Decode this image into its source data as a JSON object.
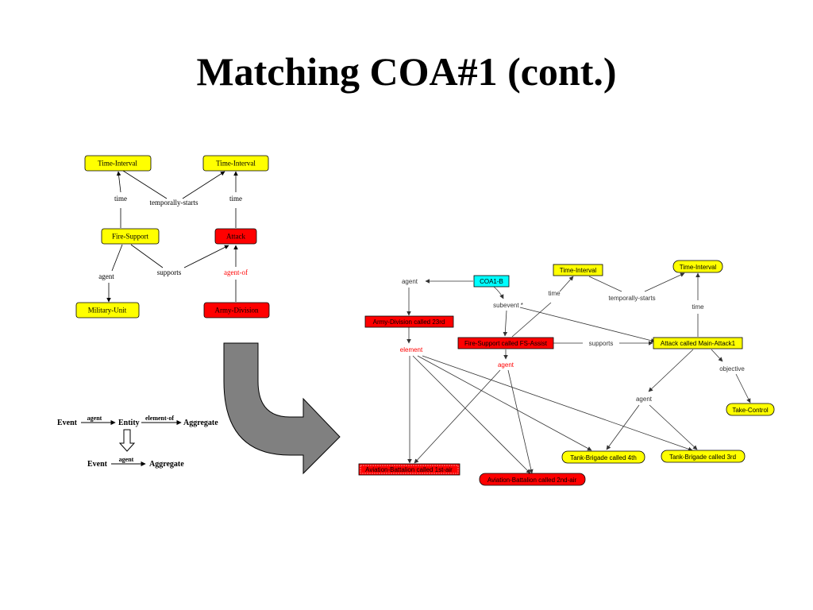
{
  "title": "Matching COA#1 (cont.)",
  "colors": {
    "yellow": "#ffff00",
    "red": "#ff0000",
    "cyan": "#00ffff",
    "arrow_fill": "#808080"
  },
  "pattern_graph": {
    "nodes": {
      "time_interval_left": "Time-Interval",
      "time_interval_right": "Time-Interval",
      "fire_support": "Fire-Support",
      "attack": "Attack",
      "military_unit": "Military-Unit",
      "army_division": "Army-Division"
    },
    "edges": {
      "time_left": "time",
      "time_right": "time",
      "temporally_starts": "temporally-starts",
      "supports": "supports",
      "agent": "agent",
      "agent_of": "agent-of"
    }
  },
  "rule": {
    "event": "Event",
    "agent": "agent",
    "entity": "Entity",
    "element_of": "element-of",
    "aggregate": "Aggregate",
    "event2": "Event",
    "agent2": "agent",
    "aggregate2": "Aggregate"
  },
  "match_graph": {
    "nodes": {
      "coa1b": "COA1-B",
      "time_interval_a": "Time-Interval",
      "time_interval_b": "Time-Interval",
      "army_division": "Army-Division called 23rd",
      "fire_support": "Fire-Support called FS-Assist",
      "attack": "Attack called Main-Attack1",
      "take_control": "Take-Control",
      "aviation_1st": "Aviation-Battalion called 1st-air",
      "aviation_2nd": "Aviation-Battalion called 2nd-air",
      "tank_4th": "Tank-Brigade called 4th",
      "tank_3rd": "Tank-Brigade called 3rd"
    },
    "edges": {
      "agent_top": "agent",
      "subevent": "subevent *",
      "time_mid": "time",
      "temporally_starts": "temporally-starts",
      "time_right": "time",
      "element": "element",
      "supports": "supports",
      "agent_red": "agent",
      "objective": "objective",
      "agent_attack": "agent"
    }
  }
}
